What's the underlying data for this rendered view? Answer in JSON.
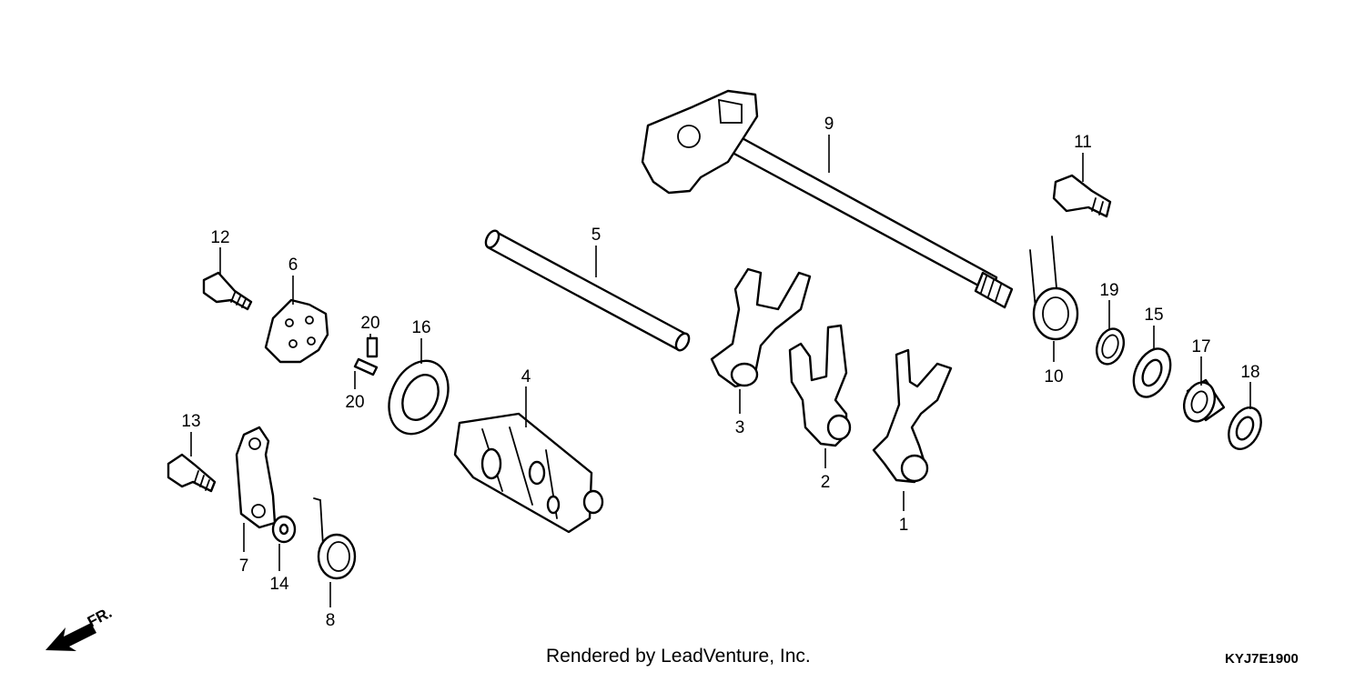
{
  "parts": [
    {
      "label": "1"
    },
    {
      "label": "2"
    },
    {
      "label": "3"
    },
    {
      "label": "4"
    },
    {
      "label": "5"
    },
    {
      "label": "6"
    },
    {
      "label": "7"
    },
    {
      "label": "8"
    },
    {
      "label": "9"
    },
    {
      "label": "10"
    },
    {
      "label": "11"
    },
    {
      "label": "12"
    },
    {
      "label": "13"
    },
    {
      "label": "14"
    },
    {
      "label": "15"
    },
    {
      "label": "16"
    },
    {
      "label": "17"
    },
    {
      "label": "18"
    },
    {
      "label": "19"
    },
    {
      "label": "20"
    },
    {
      "label": "20"
    }
  ],
  "direction_label": "FR.",
  "credit": "Rendered by LeadVenture, Inc.",
  "diagram_code": "KYJ7E1900"
}
